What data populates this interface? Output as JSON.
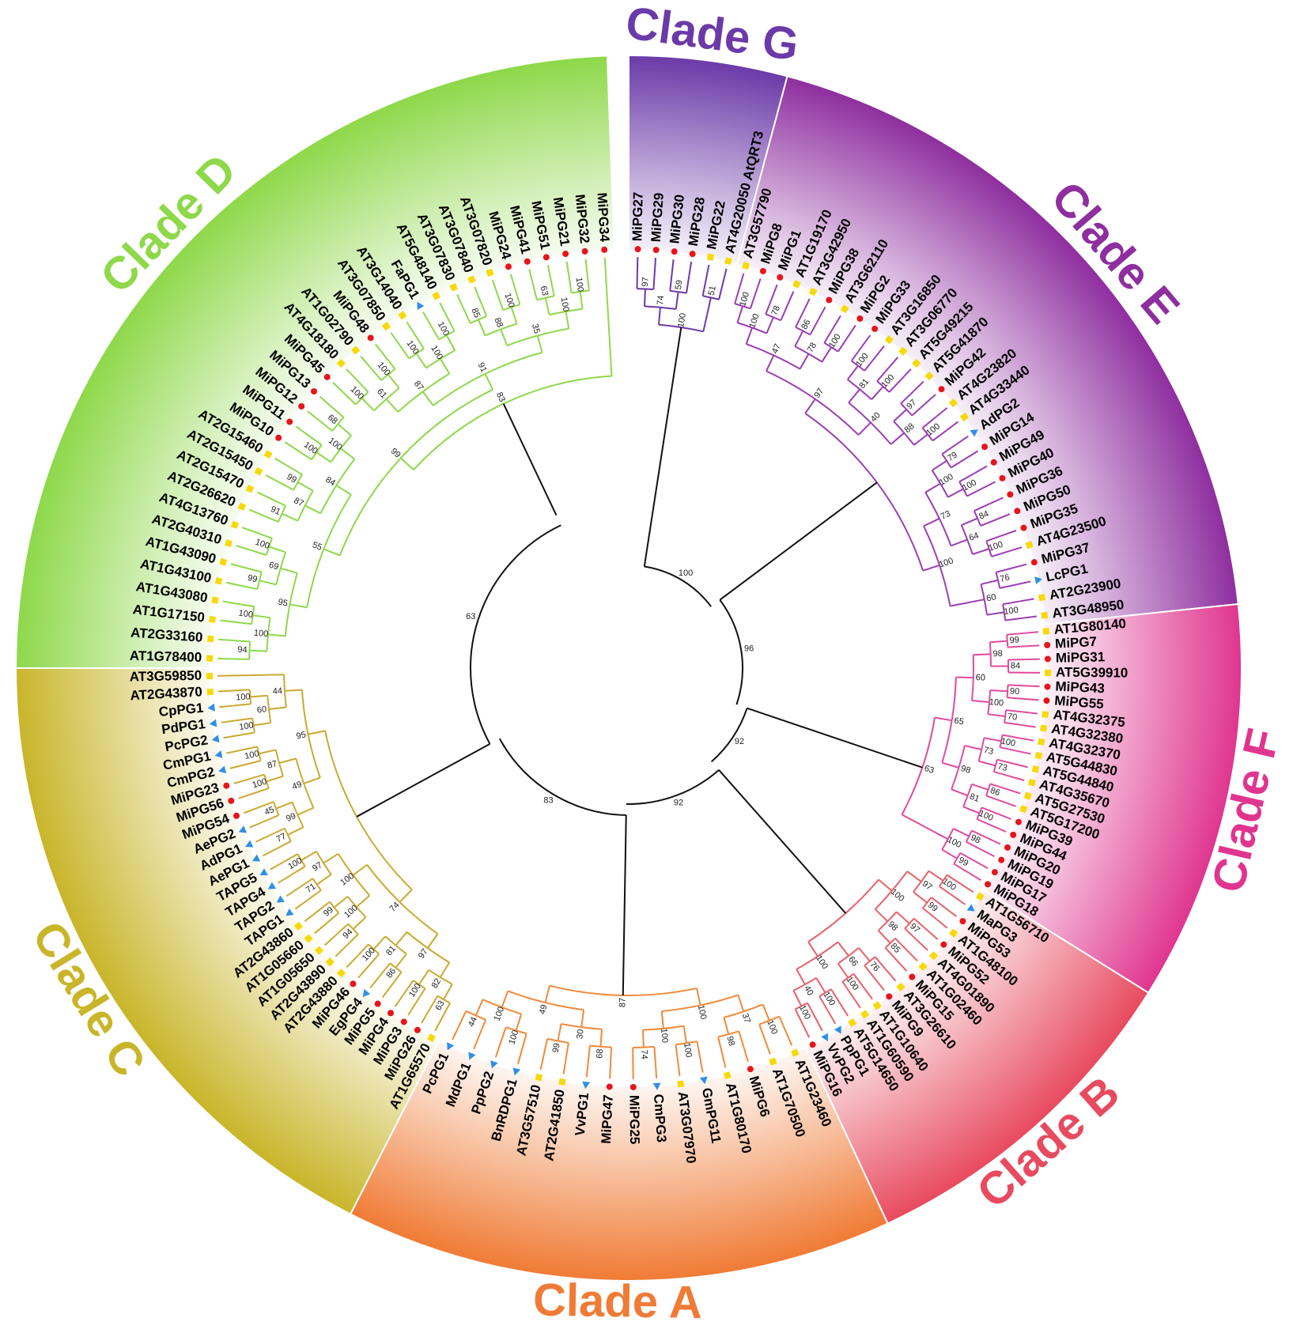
{
  "clades": [
    {
      "key": "G",
      "label": "Clade G",
      "color": "#6b3aa8",
      "branch": "#6b3aa8",
      "leaves": [
        "MiPG27",
        "MiPG29",
        "MiPG30",
        "MiPG28",
        "MiPG22",
        "AT4G20050 AtQRT3"
      ],
      "markers": [
        "circle",
        "circle",
        "circle",
        "circle",
        "square",
        "square"
      ],
      "bootstraps": [
        "97",
        "59",
        "51",
        "74",
        "100"
      ]
    },
    {
      "key": "E",
      "label": "Clade E",
      "color": "#8e2e9f",
      "branch": "#9b3db3",
      "leaves": [
        "AT3G57790",
        "MiPG8",
        "MiPG1",
        "AT1G19170",
        "AT3G42950",
        "MiPG38",
        "AT3G62110",
        "MiPG2",
        "MiPG33",
        "AT3G16850",
        "AT3G06770",
        "AT5G49215",
        "AT5G41870",
        "MiPG42",
        "AT4G23820",
        "AT4G33440",
        "AdPG2",
        "MiPG14",
        "MiPG49",
        "MiPG40",
        "MiPG36",
        "MiPG50",
        "MiPG35",
        "AT4G23500",
        "MiPG37",
        "LcPG1",
        "AT2G23900",
        "AT3G48950"
      ],
      "markers": [
        "square",
        "circle",
        "circle",
        "square",
        "square",
        "circle",
        "square",
        "circle",
        "circle",
        "square",
        "square",
        "square",
        "square",
        "circle",
        "square",
        "square",
        "triangle",
        "circle",
        "circle",
        "circle",
        "circle",
        "circle",
        "circle",
        "square",
        "circle",
        "triangle",
        "square",
        "square"
      ],
      "bootstraps": [
        "100",
        "78",
        "86",
        "100",
        "100",
        "100",
        "97",
        "100",
        "79",
        "100",
        "84",
        "100",
        "76",
        "100",
        "100",
        "78",
        "81",
        "88",
        "100",
        "64",
        "60",
        "47",
        "40",
        "73",
        "97",
        "100"
      ]
    },
    {
      "key": "F",
      "label": "Clade F",
      "color": "#e0358f",
      "branch": "#e04b9e",
      "leaves": [
        "AT1G80140",
        "MiPG7",
        "MiPG31",
        "AT5G39910",
        "MiPG43",
        "MiPG55",
        "AT4G32375",
        "AT4G32380",
        "AT4G32370",
        "AT5G44830",
        "AT5G44840",
        "AT4G35670",
        "AT5G27530",
        "AT5G17200",
        "MiPG39",
        "MiPG44",
        "MiPG20",
        "MiPG19",
        "MiPG17",
        "MiPG18"
      ],
      "markers": [
        "square",
        "circle",
        "circle",
        "square",
        "circle",
        "circle",
        "square",
        "square",
        "square",
        "square",
        "square",
        "square",
        "square",
        "square",
        "circle",
        "circle",
        "circle",
        "circle",
        "circle",
        "circle"
      ],
      "bootstraps": [
        "99",
        "84",
        "90",
        "70",
        "100",
        "73",
        "86",
        "100",
        "98",
        "99",
        "98",
        "100",
        "73",
        "81",
        "100",
        "60",
        "98",
        "65",
        "63"
      ]
    },
    {
      "key": "B",
      "label": "Clade B",
      "color": "#e84a5f",
      "branch": "#e8606a",
      "leaves": [
        "AT1G56710",
        "MaPG3",
        "MiPG53",
        "AT1G48100",
        "MiPG52",
        "AT4G01890",
        "AT1G02460",
        "MiPG15",
        "AT3G26610",
        "MiPG9",
        "AT1G10640",
        "AT1G60590",
        "AT5G14650",
        "PpPG1",
        "VvPG2",
        "MiPG16"
      ],
      "markers": [
        "square",
        "triangle",
        "circle",
        "square",
        "circle",
        "square",
        "square",
        "circle",
        "square",
        "circle",
        "square",
        "square",
        "square",
        "triangle",
        "triangle",
        "circle"
      ],
      "bootstraps": [
        "100",
        "99",
        "97",
        "85",
        "76",
        "100",
        "100",
        "100",
        "97",
        "98",
        "66",
        "40",
        "100",
        "100"
      ]
    },
    {
      "key": "A",
      "label": "Clade A",
      "color": "#f07b35",
      "branch": "#f08a3a",
      "leaves": [
        "AT1G23460",
        "AT1G70500",
        "MiPG6",
        "AT1G80170",
        "GmPG11",
        "AT3G07970",
        "CmPG3",
        "MiPG25",
        "MiPG47",
        "VvPG1",
        "AT2G41850",
        "AT3G57510",
        "BnRDPG1",
        "PpPG2",
        "MdPG1",
        "PcPG1"
      ],
      "markers": [
        "square",
        "square",
        "circle",
        "square",
        "triangle",
        "square",
        "triangle",
        "circle",
        "circle",
        "triangle",
        "square",
        "square",
        "triangle",
        "triangle",
        "triangle",
        "triangle"
      ],
      "bootstraps": [
        "100",
        "98",
        "100",
        "74",
        "68",
        "99",
        "100",
        "44",
        "37",
        "100",
        "30",
        "100",
        "100",
        "49",
        "87",
        "92"
      ]
    },
    {
      "key": "C",
      "label": "Clade C",
      "color": "#c9b52a",
      "branch": "#c9aa30",
      "leaves": [
        "AT1G65570",
        "MiPG26",
        "MiPG3",
        "MiPG4",
        "MiPG5",
        "EgPG4",
        "MiPG46",
        "AT2G43880",
        "AT2G43890",
        "AT1G05650",
        "AT1G05660",
        "AT2G43860",
        "TAPG1",
        "TAPG2",
        "TAPG4",
        "TAPG5",
        "AePG1",
        "AdPG1",
        "AePG2",
        "MiPG54",
        "MiPG56",
        "MiPG23",
        "CmPG2",
        "CmPG1",
        "PcPG2",
        "PdPG1",
        "CpPG1",
        "AT2G43870",
        "AT3G59850"
      ],
      "markers": [
        "square",
        "circle",
        "circle",
        "circle",
        "circle",
        "triangle",
        "circle",
        "square",
        "square",
        "square",
        "square",
        "square",
        "triangle",
        "triangle",
        "triangle",
        "triangle",
        "triangle",
        "triangle",
        "triangle",
        "circle",
        "circle",
        "circle",
        "triangle",
        "triangle",
        "triangle",
        "triangle",
        "triangle",
        "square",
        "square"
      ],
      "bootstraps": [
        "63",
        "100",
        "86",
        "100",
        "94",
        "99",
        "71",
        "100",
        "77",
        "45",
        "100",
        "100",
        "100",
        "100",
        "82",
        "81",
        "100",
        "97",
        "99",
        "87",
        "60",
        "97",
        "100",
        "49",
        "44",
        "74",
        "95"
      ]
    },
    {
      "key": "D",
      "label": "Clade D",
      "color": "#8ed84a",
      "branch": "#8ed84a",
      "leaves": [
        "AT1G78400",
        "AT2G33160",
        "AT1G17150",
        "AT1G43080",
        "AT1G43100",
        "AT1G43090",
        "AT2G40310",
        "AT4G13760",
        "AT2G26620",
        "AT2G15470",
        "AT2G15450",
        "AT2G15460",
        "MiPG10",
        "MiPG11",
        "MiPG12",
        "MiPG13",
        "MiPG45",
        "AT4G18180",
        "AT1G02790",
        "MiPG48",
        "AT3G07850",
        "AT3G14040",
        "FaPG1",
        "AT5G48140",
        "AT3G07830",
        "AT3G07840",
        "AT3G07820",
        "MiPG24",
        "MiPG41",
        "MiPG51",
        "MiPG21",
        "MiPG32",
        "MiPG34"
      ],
      "markers": [
        "square",
        "square",
        "square",
        "square",
        "square",
        "square",
        "square",
        "square",
        "square",
        "square",
        "square",
        "square",
        "circle",
        "circle",
        "circle",
        "circle",
        "circle",
        "square",
        "square",
        "circle",
        "square",
        "square",
        "triangle",
        "square",
        "square",
        "square",
        "square",
        "circle",
        "circle",
        "circle",
        "circle",
        "circle",
        "circle"
      ],
      "bootstraps": [
        "94",
        "100",
        "99",
        "100",
        "91",
        "99",
        "100",
        "68",
        "100",
        "100",
        "100",
        "100",
        "85",
        "100",
        "63",
        "100",
        "100",
        "69",
        "87",
        "100",
        "61",
        "100",
        "88",
        "100",
        "95",
        "84",
        "87",
        "35",
        "55",
        "91",
        "99",
        "83"
      ]
    }
  ],
  "backbone_bootstraps": [
    "100",
    "96",
    "92",
    "92",
    "83",
    "63"
  ],
  "marker_colors": {
    "circle": "#e8141b",
    "square": "#f7d90a",
    "triangle": "#2f8fe6"
  }
}
